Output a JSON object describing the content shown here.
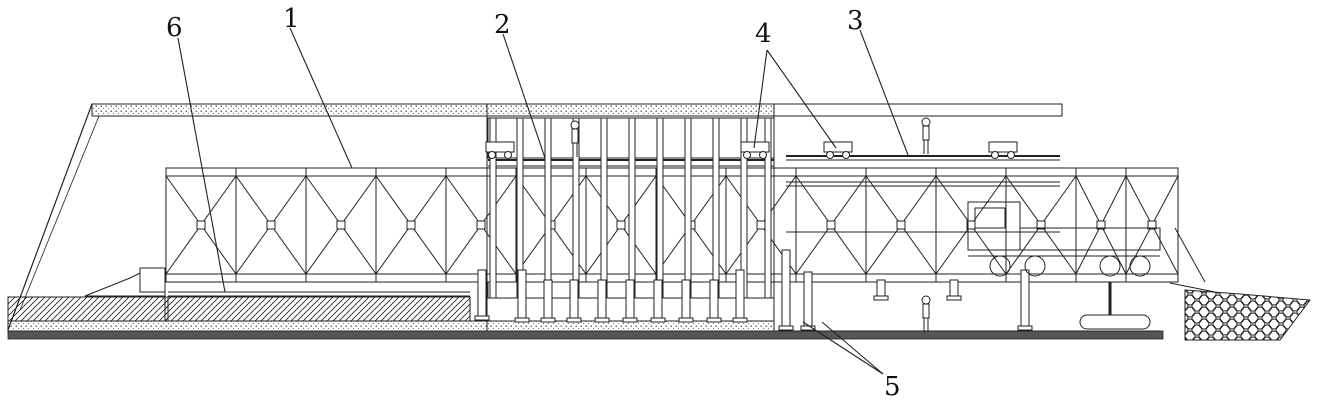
{
  "callouts": [
    {
      "id": "callout-6",
      "label": "6"
    },
    {
      "id": "callout-1",
      "label": "1"
    },
    {
      "id": "callout-2",
      "label": "2"
    },
    {
      "id": "callout-4",
      "label": "4"
    },
    {
      "id": "callout-3",
      "label": "3"
    },
    {
      "id": "callout-5",
      "label": "5"
    }
  ],
  "colors": {
    "line": "#1a1a1a",
    "fill_concrete": "#e8e8e8",
    "fill_soil": "#ffffff"
  }
}
